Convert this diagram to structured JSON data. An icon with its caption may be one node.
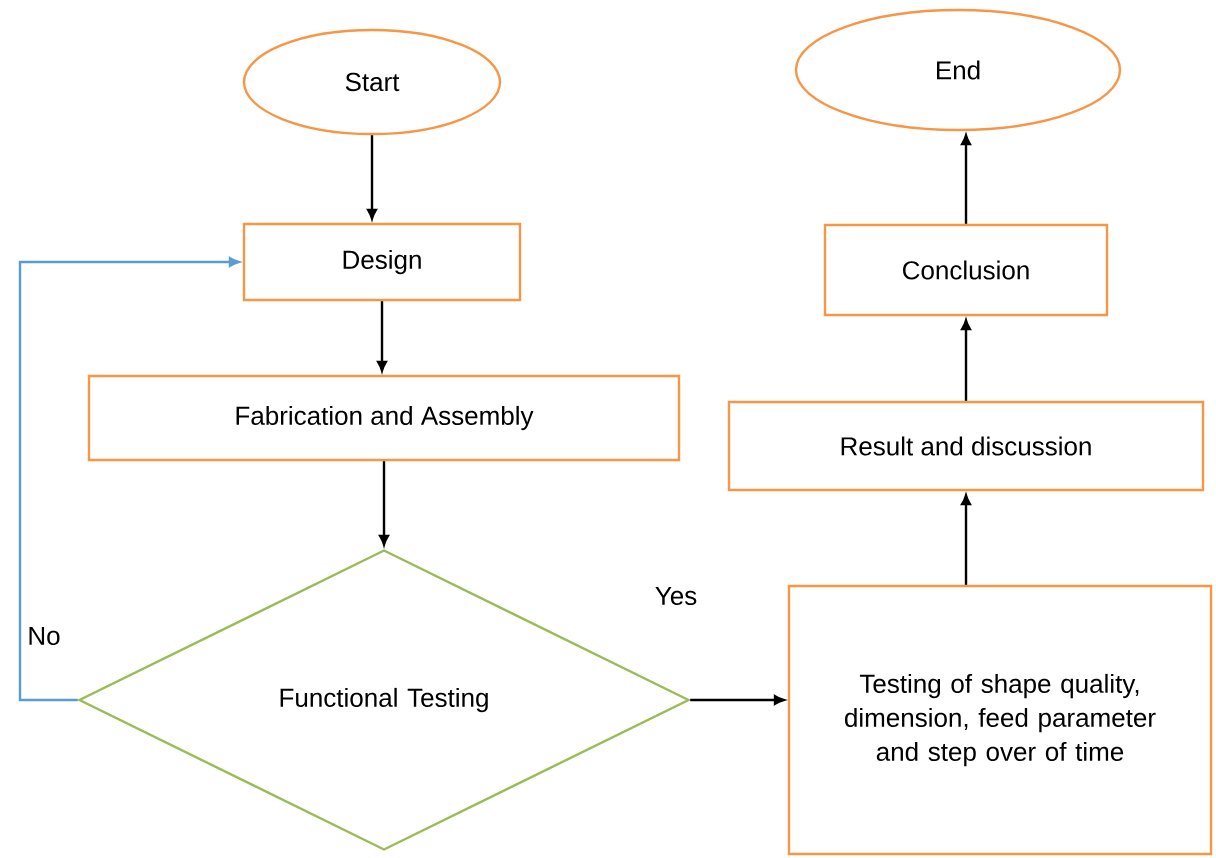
{
  "diagram": {
    "nodes": [
      {
        "text": [
          "Start"
        ]
      },
      {
        "text": [
          "Design"
        ]
      },
      {
        "text": [
          "Fabrication and Assembly"
        ]
      },
      {
        "text": [
          "Functional Testing"
        ]
      },
      {
        "text": [
          "Testing of shape quality, dimension, feed parameter and step over of time"
        ]
      },
      {
        "text": [
          "Result and discussion"
        ]
      },
      {
        "text": [
          "Conclusion"
        ]
      },
      {
        "text": [
          "End"
        ]
      }
    ],
    "edges": [
      {
        "from": 0,
        "to": 1,
        "arrow": "to"
      },
      {
        "from": 1,
        "to": 2,
        "arrow": "to"
      },
      {
        "from": 2,
        "to": 3,
        "arrow": "to"
      },
      {
        "from": 3,
        "to": 4,
        "arrow": "to",
        "label": "Yes"
      },
      {
        "from": 3,
        "to": 1,
        "arrow": "to",
        "label": "No",
        "color": "#5b9bd5"
      },
      {
        "from": 4,
        "to": 5,
        "arrow": "to"
      },
      {
        "from": 5,
        "to": 6,
        "arrow": "to"
      },
      {
        "from": 6,
        "to": 7,
        "arrow": "to"
      }
    ]
  }
}
